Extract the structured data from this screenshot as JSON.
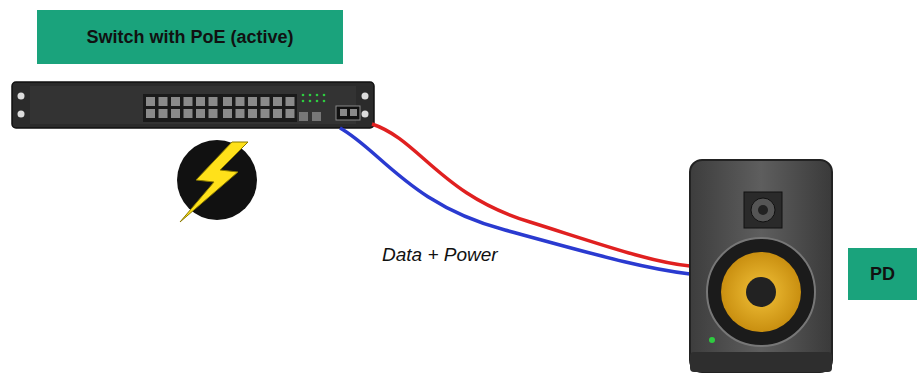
{
  "diagram": {
    "nodes": [
      {
        "text": [
          "Switch with PoE (active)"
        ]
      },
      {
        "text": [
          "PD"
        ]
      }
    ],
    "labels": [
      "Data + Power"
    ]
  }
}
